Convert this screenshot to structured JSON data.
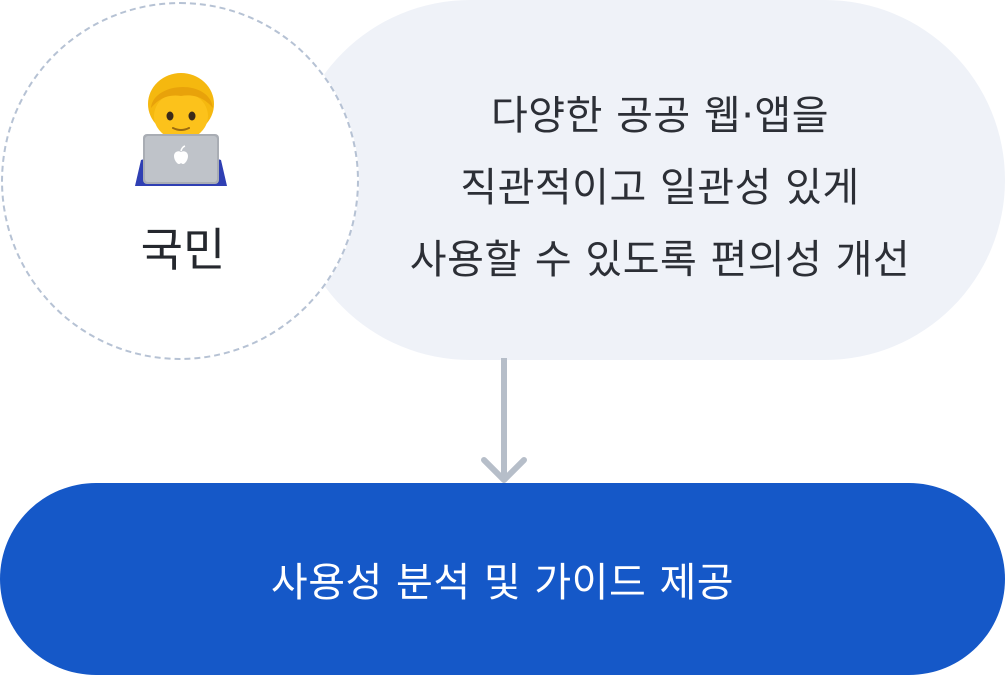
{
  "citizen": {
    "label": "국민",
    "icon": "technologist-with-laptop-icon"
  },
  "goal": {
    "lines": [
      "다양한 공공 웹·앱을",
      "직관적이고 일관성 있게",
      "사용할 수 있도록 편의성 개선"
    ]
  },
  "result": {
    "label": "사용성 분석 및 가이드 제공"
  },
  "colors": {
    "bubble": "#eff2f8",
    "pill": "#1558c8",
    "arrow": "#b6bec9",
    "circle_border": "#b6c2d4"
  }
}
